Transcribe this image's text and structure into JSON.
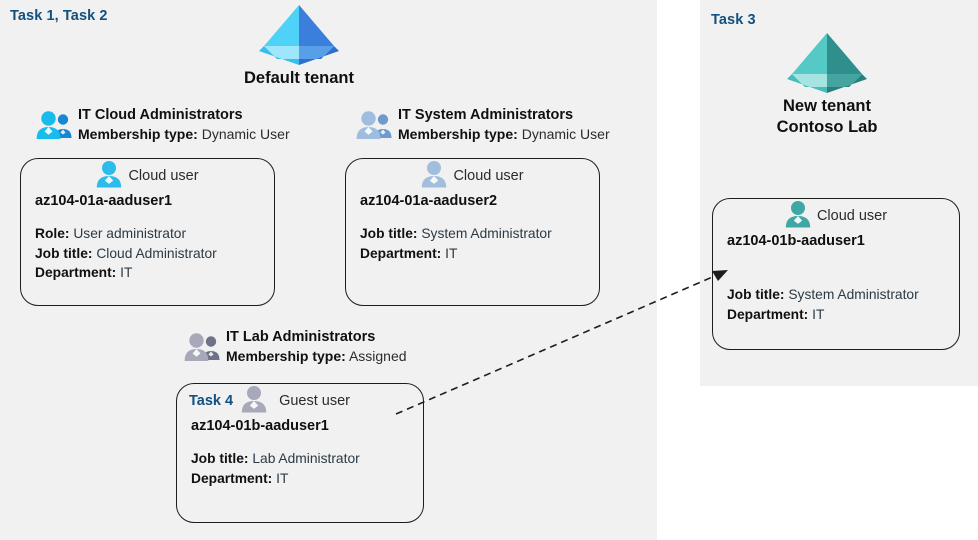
{
  "diagram": {
    "title": "Azure AD tenants, groups and users task diagram",
    "colors": {
      "panel_bg": "#F1F1F1",
      "page_bg": "#FFFFFF",
      "task_label": "#12507F",
      "card_border": "#1D1D1D",
      "tenant_blue_light": "#3FC3F2",
      "tenant_blue_dark": "#3C7EDB",
      "tenant_teal_light": "#4BC4C0",
      "tenant_teal_dark": "#2E8F8C",
      "group_icon_cyan": "#18B4EA",
      "group_icon_steel": "#8FB4DC",
      "group_icon_gray": "#9A9AAB",
      "user_icon_cyan": "#2CB9E8",
      "user_icon_steel": "#9EBBDC",
      "user_icon_teal": "#3FA8A5",
      "user_icon_gray": "#9A9AAB"
    }
  },
  "left_panel": {
    "task_label": "Task 1, Task 2",
    "tenant": {
      "name": "Default tenant",
      "icon": "tenant-pyramid-blue-icon"
    },
    "groups": [
      {
        "name": "IT Cloud Administrators",
        "membership_label": "Membership type:",
        "membership_value": "Dynamic User",
        "icon": "group-users-cyan-icon"
      },
      {
        "name": "IT System Administrators",
        "membership_label": "Membership type:",
        "membership_value": "Dynamic User",
        "icon": "group-users-steel-icon"
      },
      {
        "name": "IT Lab Administrators",
        "membership_label": "Membership type:",
        "membership_value": "Assigned",
        "icon": "group-users-gray-icon"
      }
    ],
    "users": [
      {
        "type": "Cloud user",
        "icon": "user-cloud-cyan-icon",
        "name": "az104-01a-aaduser1",
        "attributes": [
          {
            "label": "Role:",
            "value": "User administrator"
          },
          {
            "label": "Job title:",
            "value": "Cloud Administrator"
          },
          {
            "label": "Department:",
            "value": "IT"
          }
        ]
      },
      {
        "type": "Cloud user",
        "icon": "user-cloud-steel-icon",
        "name": "az104-01a-aaduser2",
        "attributes": [
          {
            "label": "Job title:",
            "value": "System Administrator"
          },
          {
            "label": "Department:",
            "value": "IT"
          }
        ]
      },
      {
        "task_label": "Task 4",
        "type": "Guest user",
        "icon": "user-guest-gray-icon",
        "name": "az104-01b-aaduser1",
        "attributes": [
          {
            "label": "Job title:",
            "value": "Lab Administrator"
          },
          {
            "label": "Department:",
            "value": "IT"
          }
        ]
      }
    ]
  },
  "right_panel": {
    "task_label": "Task 3",
    "tenant": {
      "name_line1": "New  tenant",
      "name_line2": "Contoso Lab",
      "icon": "tenant-pyramid-teal-icon"
    },
    "users": [
      {
        "type": "Cloud user",
        "icon": "user-cloud-teal-icon",
        "name": "az104-01b-aaduser1",
        "attributes": [
          {
            "label": "Job title:",
            "value": "System Administrator"
          },
          {
            "label": "Department:",
            "value": "IT"
          }
        ]
      }
    ]
  },
  "connector": {
    "name": "guest-user-to-new-tenant-arrow",
    "style": "dashed-arrow"
  }
}
